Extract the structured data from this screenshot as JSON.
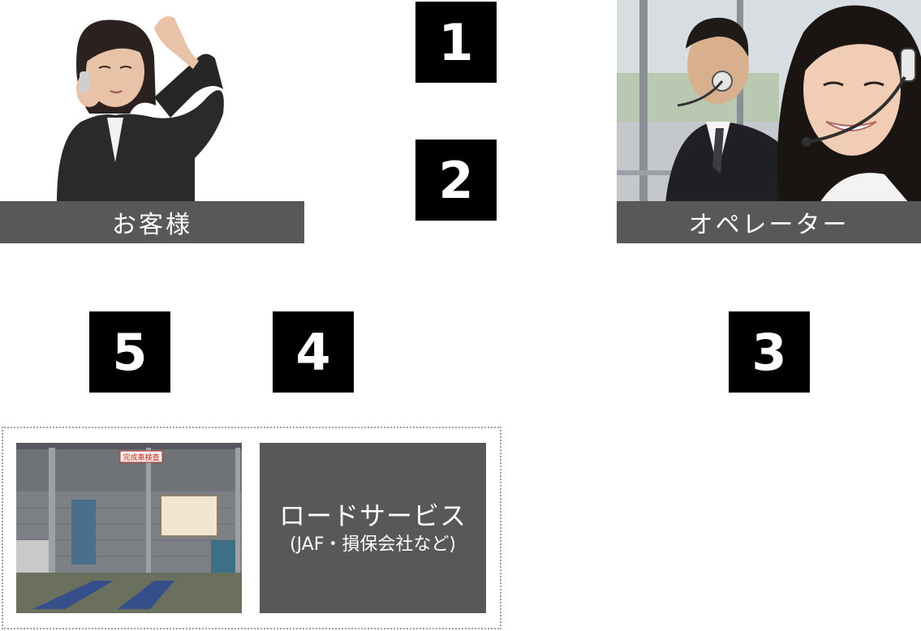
{
  "customer": {
    "label": "お客様"
  },
  "operator": {
    "label": "オペレーター"
  },
  "steps": [
    "1",
    "2",
    "3",
    "4",
    "5"
  ],
  "road_service": {
    "title": "ロードサービス",
    "subtitle": "(JAF・損保会社など)",
    "sign_text": "完成車検査"
  },
  "colors": {
    "label_bg": "#595757",
    "step_bg": "#000000",
    "text": "#ffffff",
    "dotted_border": "#9e9e9e"
  }
}
